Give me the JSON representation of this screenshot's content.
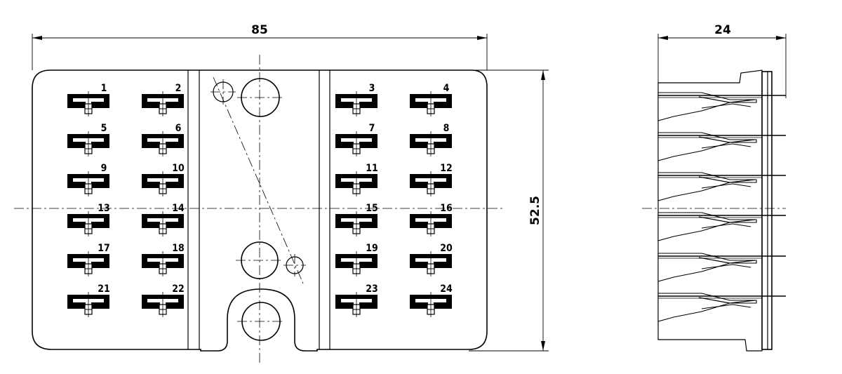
{
  "dimensions": {
    "width": "85",
    "height": "52.5",
    "depth": "24"
  },
  "pin_labels": [
    "1",
    "2",
    "3",
    "4",
    "5",
    "6",
    "7",
    "8",
    "9",
    "10",
    "11",
    "12",
    "13",
    "14",
    "15",
    "16",
    "17",
    "18",
    "19",
    "20",
    "21",
    "22",
    "23",
    "24"
  ]
}
